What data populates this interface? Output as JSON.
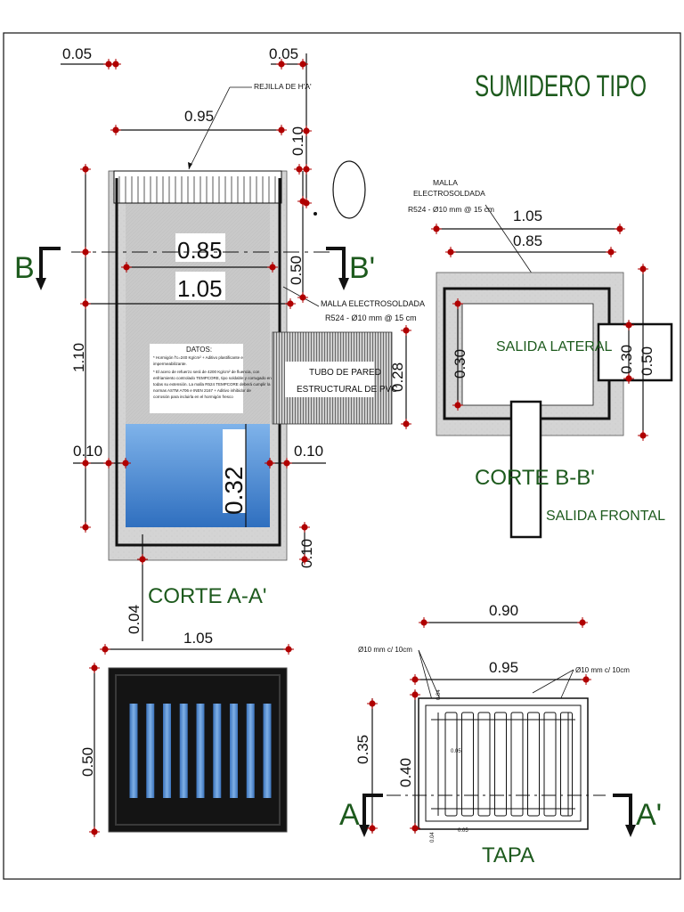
{
  "sheet_title": "SUMIDERO TIPO",
  "colors": {
    "title_green": "#1d5a1d",
    "concrete": "#d2d2d2",
    "water_blue": "#4b8fd6",
    "dimension_pin": "#b00000",
    "grate_bar_blue": "#4a86cf"
  },
  "section_aa": {
    "title": "CORTE A-A'",
    "top_dims": {
      "left_offset": "0.05",
      "right_offset": "0.05",
      "rejilla_width": "0.95"
    },
    "rejilla_label": "REJILLA DE H'A'",
    "right_dims": {
      "rejilla_height": "0.10",
      "upper": "0.50",
      "pipe": "0.28",
      "bottom": "0.10",
      "base": "0.04"
    },
    "inner_dims": {
      "inner_width": "0.85",
      "outer_width": "1.05",
      "water_depth": "0.32"
    },
    "left_dims": {
      "height": "1.10"
    },
    "wall_dims": {
      "left_wall": "0.10",
      "right_wall": "0.10"
    },
    "malla_label": "MALLA ELECTROSOLDADA",
    "malla_spec": "R524 - Ø10 mm @ 15 cm",
    "pipe_label_1": "TUBO DE PARED",
    "pipe_label_2": "ESTRUCTURAL DE PVC",
    "datos_title": "DATOS:",
    "datos_lines": [
      "* Hormigón f'c=240 Kg/cm² + Aditivo plastificante e",
      "impermeabilizante.",
      "* El acero de refuerzo será de 4200 Kg/cm² de fluencia, con",
      "enfriamiento controlado TEMPCORE, tipo soldable y corrugado en",
      "todas su extensión. La malla R524 TEMPCORE deberá cumplir la",
      "normas ASTM A706 e INEN 2167 + Aditivo inhibidor de",
      "corrosión para incluirla en el hormigón fresco"
    ],
    "section_marks": {
      "left": "B",
      "right": "B'"
    }
  },
  "section_bb": {
    "title": "CORTE B-B'",
    "malla_label_1": "MALLA",
    "malla_label_2": "ELECTROSOLDADA",
    "malla_spec": "R524 - Ø10 mm @ 15 cm",
    "outer_width": "1.05",
    "inner_width": "0.85",
    "inner_height": "0.30",
    "outlet_height": "0.30",
    "outer_height": "0.50",
    "salida_lateral": "SALIDA LATERAL",
    "salida_frontal": "SALIDA FRONTAL"
  },
  "grate_plan": {
    "width": "1.05",
    "height": "0.50",
    "bar_count": 9
  },
  "tapa": {
    "title": "TAPA",
    "width_inner": "0.90",
    "width_outer": "0.95",
    "height_outer": "0.40",
    "height_inner": "0.35",
    "bar_spec_left": "Ø10 mm c/ 10cm",
    "bar_spec_right": "Ø10 mm c/ 10cm",
    "small_dim_1": "0.04",
    "small_dim_2": "0.05",
    "small_dim_3": "0.05",
    "small_dim_4": "0.04",
    "section_marks": {
      "left": "A",
      "right": "A'"
    }
  }
}
